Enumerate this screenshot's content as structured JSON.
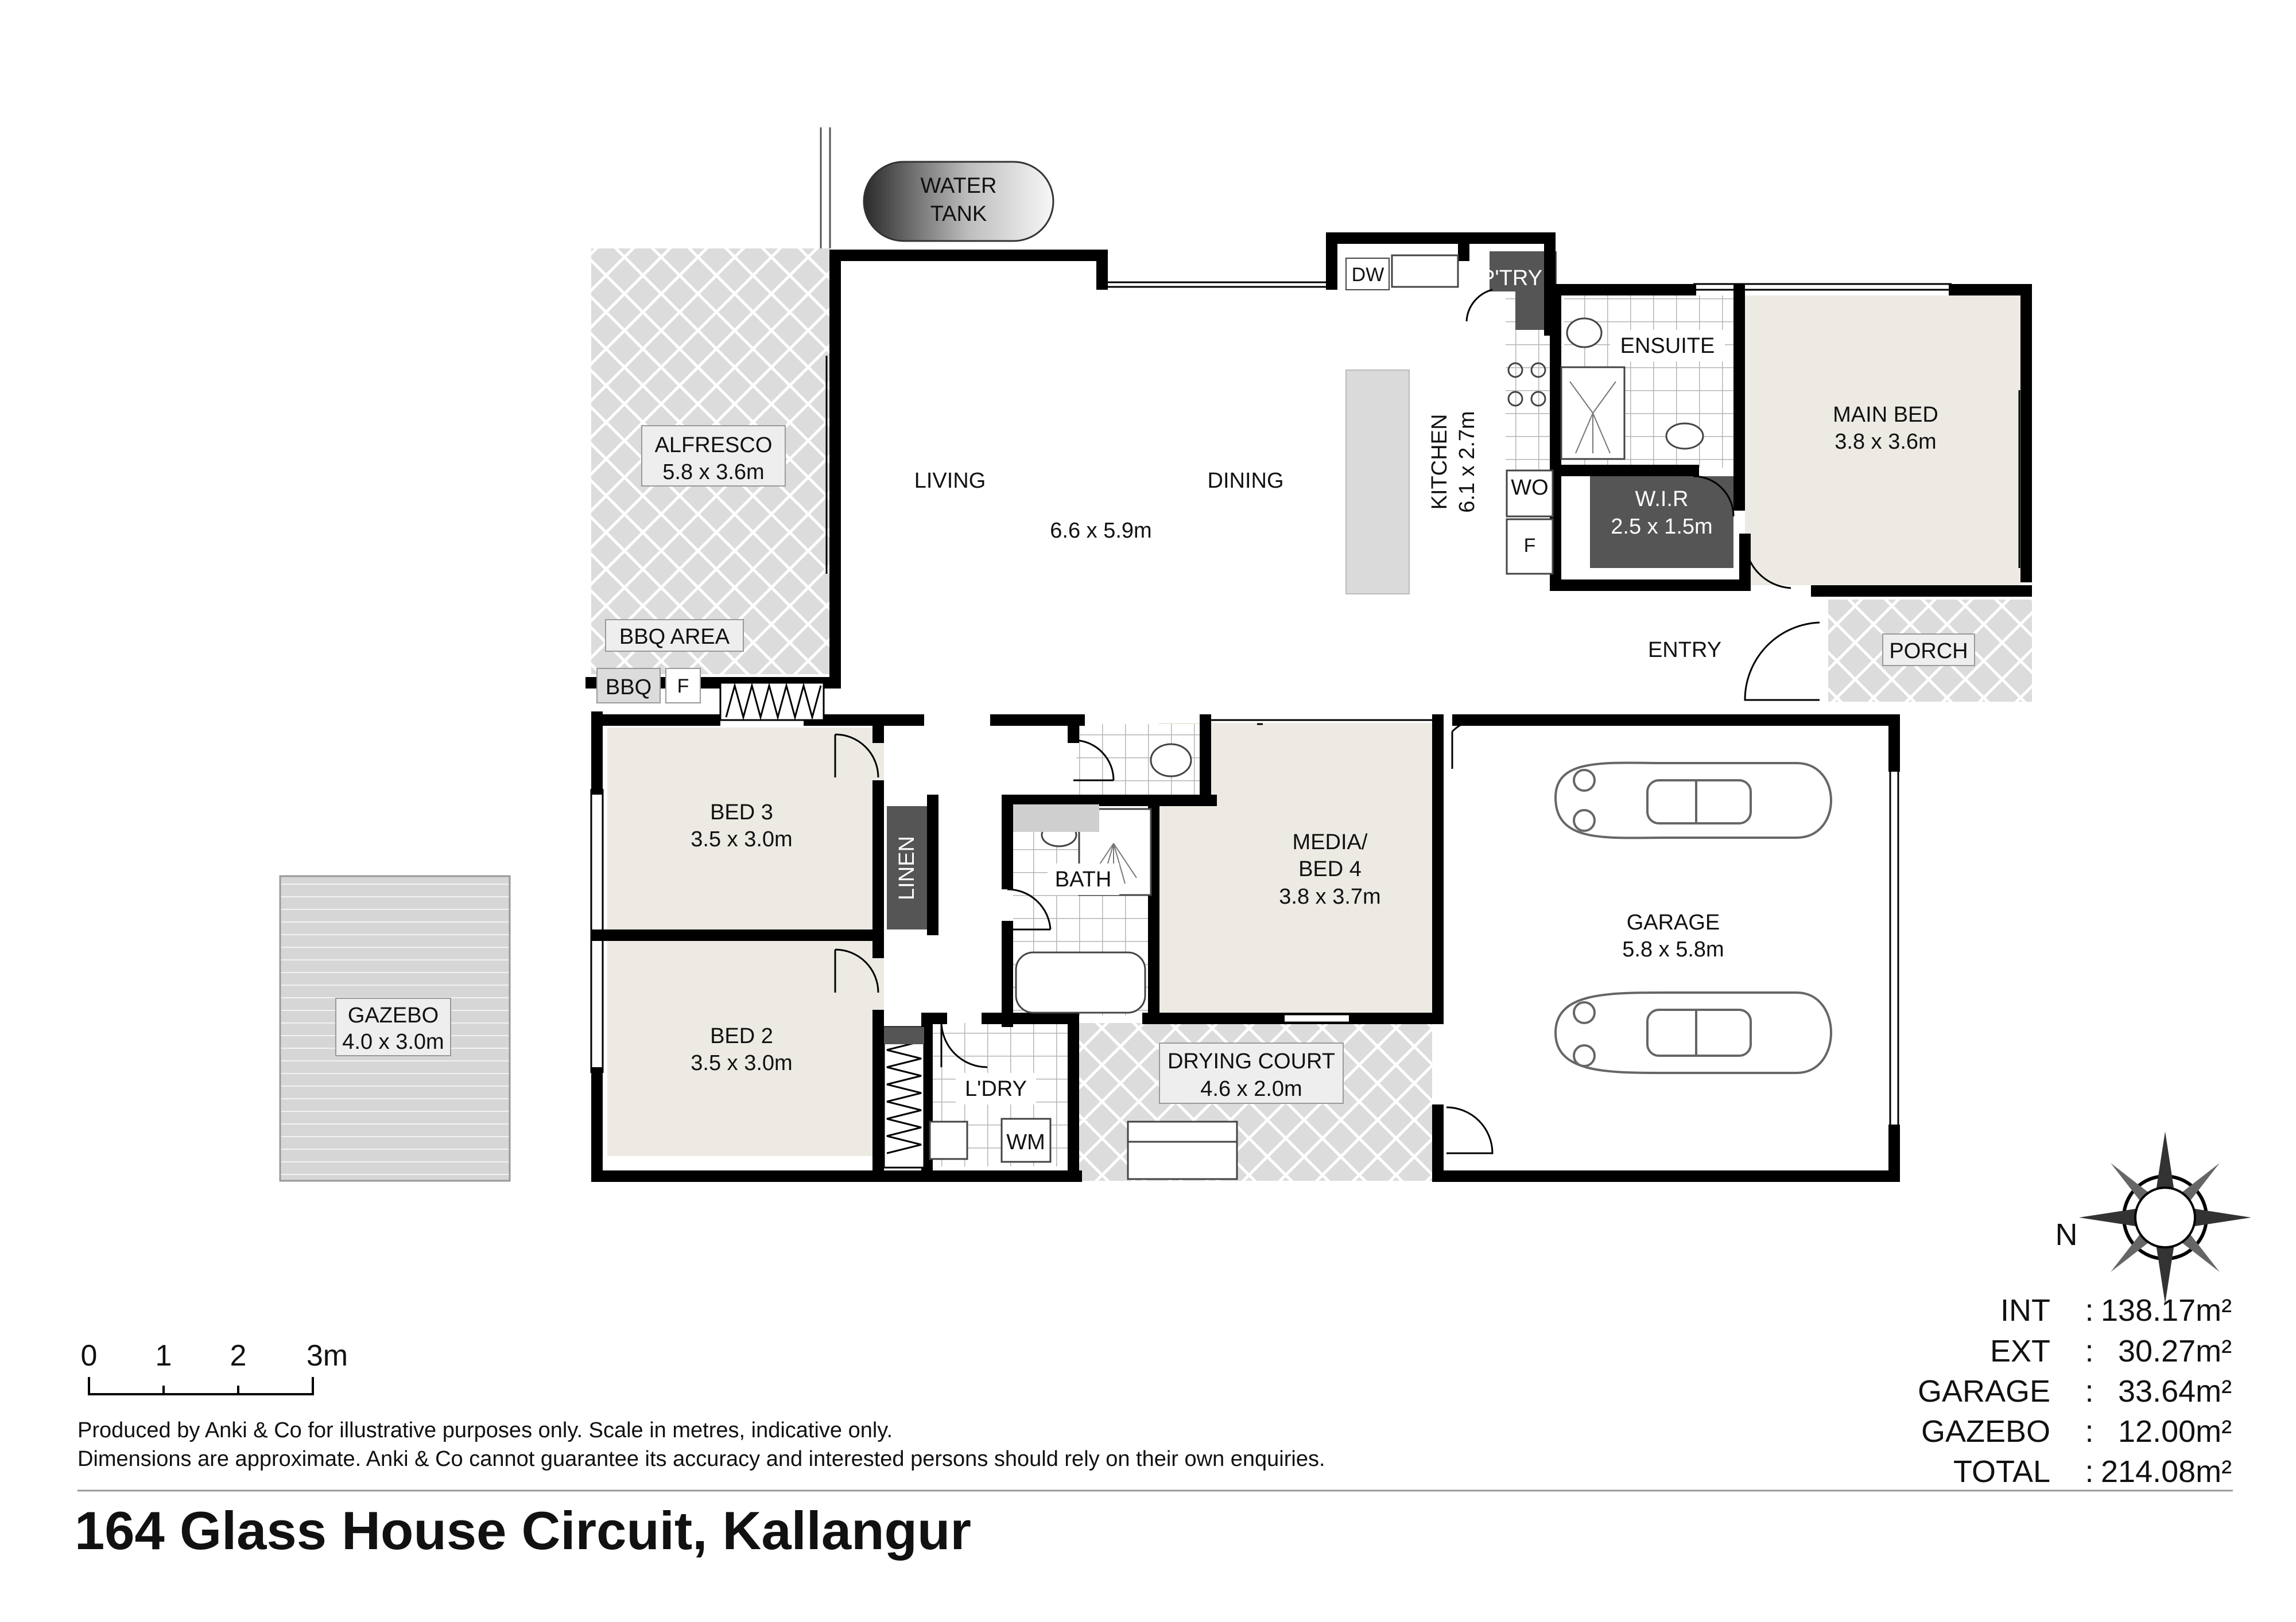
{
  "title": "164 Glass House Circuit, Kallangur",
  "disclaimer": [
    "Produced by Anki & Co for illustrative purposes only. Scale in metres, indicative only.",
    "Dimensions are approximate. Anki & Co cannot guarantee its accuracy and interested persons should rely on their own enquiries."
  ],
  "scale": {
    "ticks": [
      "0",
      "1",
      "2",
      "3m"
    ]
  },
  "compass": {
    "label": "N"
  },
  "areas": [
    {
      "key": "INT",
      "sep": ":",
      "value": "138.17m²"
    },
    {
      "key": "EXT",
      "sep": ":",
      "value": "30.27m²"
    },
    {
      "key": "GARAGE",
      "sep": ":",
      "value": "33.64m²"
    },
    {
      "key": "GAZEBO",
      "sep": ":",
      "value": "12.00m²"
    },
    {
      "key": "TOTAL",
      "sep": ":",
      "value": "214.08m²"
    }
  ],
  "rooms": {
    "water_tank": [
      "WATER",
      "TANK"
    ],
    "alfresco": {
      "name": "ALFRESCO",
      "dims": "5.8 x 3.6m"
    },
    "bbq_area": "BBQ AREA",
    "bbq": "BBQ",
    "fridge_bbq": "F",
    "living": "LIVING",
    "dining": "DINING",
    "living_dims": "6.6 x 5.9m",
    "kitchen": {
      "name": "KITCHEN",
      "dims": "6.1 x 2.7m"
    },
    "dw": "DW",
    "pantry": "P'TRY",
    "wo": "WO",
    "fridge": "F",
    "ensuite": "ENSUITE",
    "wir": {
      "name": "W.I.R",
      "dims": "2.5 x 1.5m"
    },
    "main_bed": {
      "name": "MAIN BED",
      "dims": "3.8 x 3.6m"
    },
    "entry": "ENTRY",
    "porch": "PORCH",
    "bed3": {
      "name": "BED 3",
      "dims": "3.5 x 3.0m"
    },
    "linen": "LINEN",
    "bath": "BATH",
    "media": {
      "name1": "MEDIA/",
      "name2": "BED 4",
      "dims": "3.8 x 3.7m"
    },
    "garage": {
      "name": "GARAGE",
      "dims": "5.8 x 5.8m"
    },
    "bed2": {
      "name": "BED 2",
      "dims": "3.5 x 3.0m"
    },
    "laundry": "L'DRY",
    "wm": "WM",
    "drying_court": {
      "name": "DRYING COURT",
      "dims": "4.6 x 2.0m"
    },
    "gazebo": {
      "name": "GAZEBO",
      "dims": "4.0 x 3.0m"
    }
  },
  "colors": {
    "wall": "#000000",
    "room_fill": "#eceae3",
    "exterior_fill": "#dedede",
    "dark_room": "#555555",
    "tile_line": "#b8b8b8",
    "car": "#666666"
  }
}
